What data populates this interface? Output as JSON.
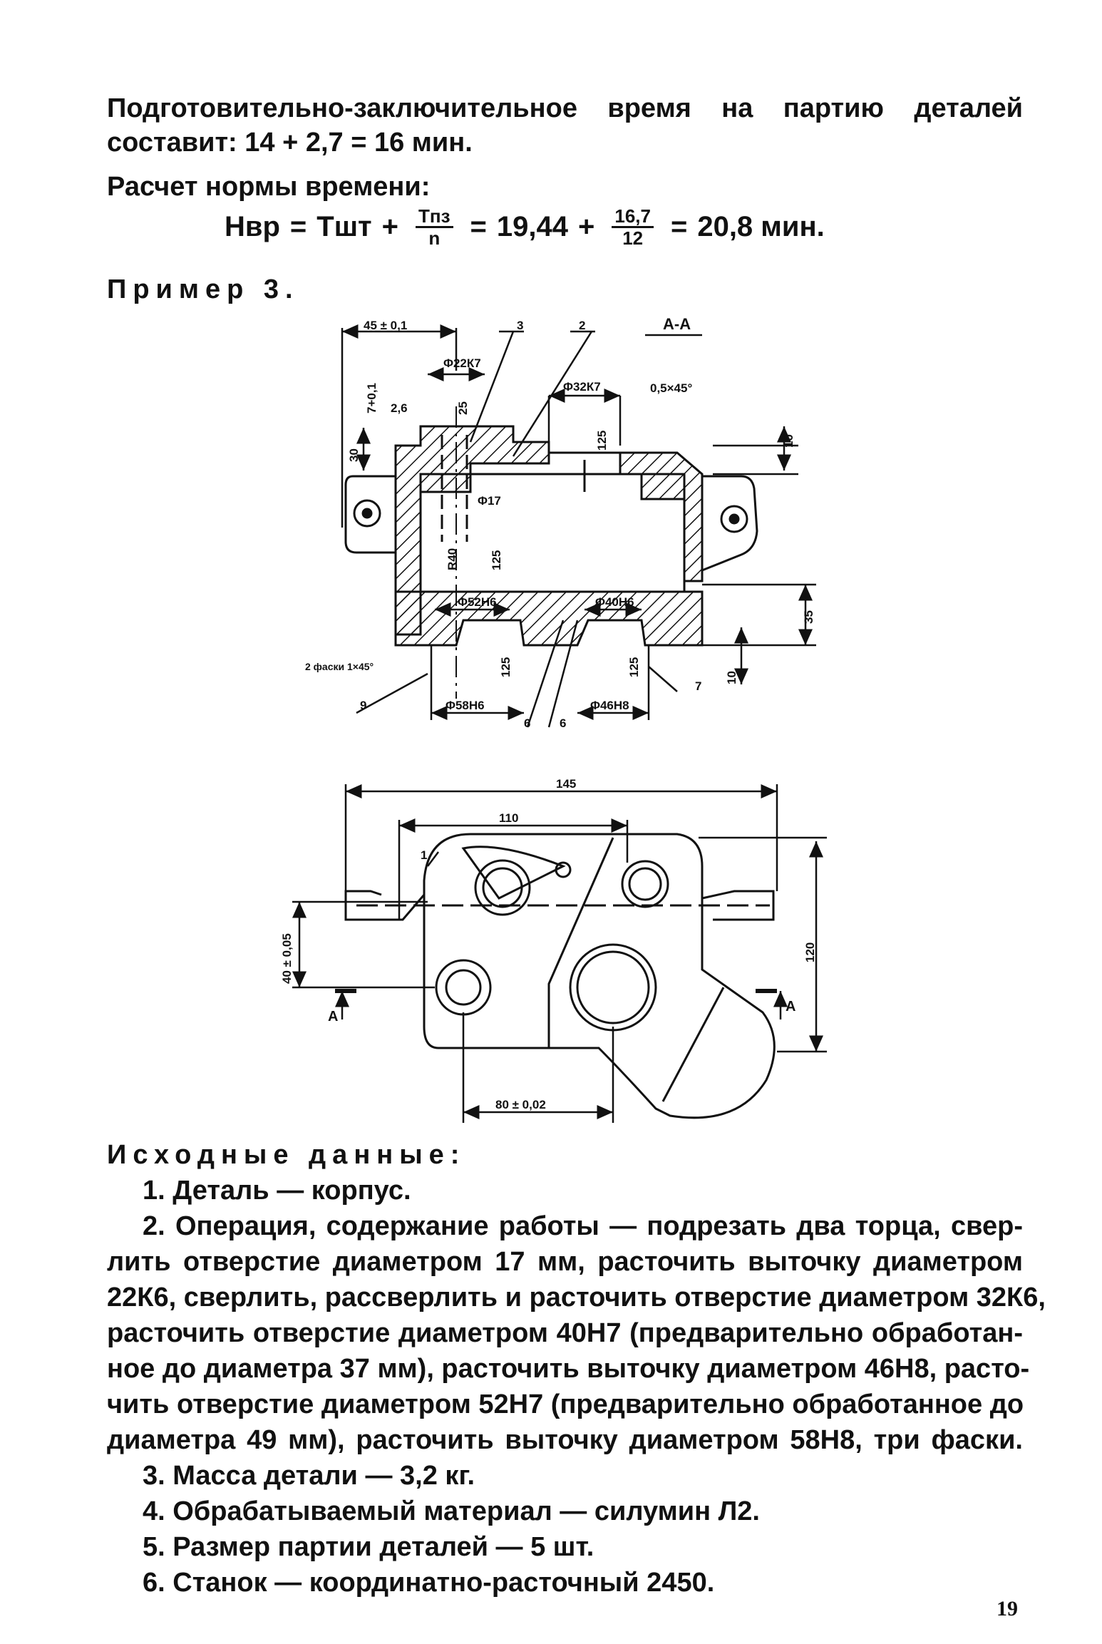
{
  "top_text": {
    "para1_line1": "Подготовительно-заключительное время на партию деталей",
    "para1_line2": "составит: 14 + 2,7 = 16 мин.",
    "calc_heading": "Расчет нормы времени:"
  },
  "formula": {
    "lhs": "Hвр",
    "t_sht": "Tшт",
    "tpz": "Tпз",
    "n": "n",
    "value1": "19,44",
    "num": "16,7",
    "den": "12",
    "result": "20,8 мин."
  },
  "example_heading": "Пример 3.",
  "drawing_top": {
    "dim_45": "45 ± 0,1",
    "callout_3": "3",
    "callout_2": "2",
    "section": "А-А",
    "d22": "Φ22К7",
    "d32": "Φ32К7",
    "chamfer": "0,5×45°",
    "tol_7": "7+0,1",
    "r26": "2,6",
    "r25a": "25",
    "r125a": "125",
    "dim_30": "30",
    "dim_10a": "10",
    "d17": "Φ17",
    "r40": "R40",
    "r125b": "125",
    "d52": "Φ52Н6",
    "d40": "Φ40Н6",
    "dim_35": "35",
    "chamfers": "2 фаски 1×45°",
    "r125c": "125",
    "r125d": "125",
    "callout_7": "7",
    "dim_10b": "10",
    "callout_9": "9",
    "d58": "Φ58Н6",
    "d46": "Φ46Н8",
    "callout_6a": "6",
    "callout_6b": "6"
  },
  "drawing_bottom": {
    "dim_145": "145",
    "dim_110": "110",
    "callout_1": "1",
    "dim_40": "40 ± 0,05",
    "dim_120": "120",
    "section_a_left": "А",
    "section_a_right": "А",
    "dim_80": "80 ± 0,02"
  },
  "initial_data": {
    "heading": "Исходные данные:",
    "item1": "1. Деталь — корпус.",
    "item2_lines": [
      "2. Операция, содержание работы — подрезать два торца, свер-",
      "лить отверстие диаметром 17 мм, расточить выточку диаметром",
      "22К6, сверлить, рассверлить и расточить отверстие диаметром 32К6,",
      "расточить отверстие диаметром 40Н7 (предварительно обработан-",
      "ное до диаметра 37 мм), расточить выточку диаметром 46Н8, расто-",
      "чить отверстие диаметром 52Н7 (предварительно обработанное до",
      "диаметра 49 мм), расточить выточку диаметром 58Н8, три фаски."
    ],
    "item3": "3. Масса детали — 3,2 кг.",
    "item4": "4. Обрабатываемый материал — силумин Л2.",
    "item5": "5. Размер партии деталей — 5 шт.",
    "item6": "6. Станок — координатно-расточный 2450."
  },
  "page_number": "19"
}
